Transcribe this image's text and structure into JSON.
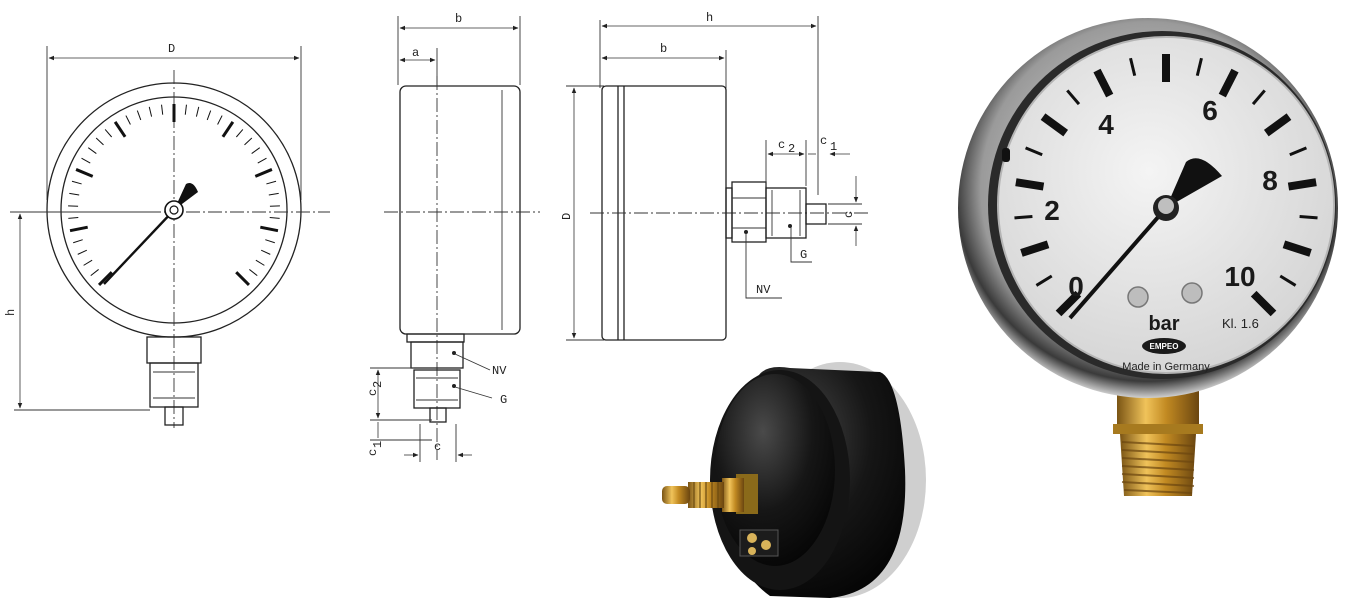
{
  "front_view": {
    "label_D": "D",
    "label_h": "h"
  },
  "side_view": {
    "label_b": "b",
    "label_a": "a",
    "label_nv": "NV",
    "label_g": "G",
    "label_c2": "c",
    "label_c2_sub": "2",
    "label_c1": "c",
    "label_c1_sub": "1",
    "label_c": "c"
  },
  "back_view": {
    "label_h": "h",
    "label_b": "b",
    "label_D": "D",
    "label_c2": "c",
    "label_c2_sub": "2",
    "label_c1": "c",
    "label_c1_sub": "1",
    "label_c": "c",
    "label_g": "G",
    "label_nv": "NV"
  },
  "gauge_photo": {
    "scale": [
      "0",
      "2",
      "4",
      "6",
      "8",
      "10"
    ],
    "unit": "bar",
    "class": "Kl. 1.6",
    "brand": "EMPEO",
    "origin": "Made in Germany"
  },
  "colors": {
    "brass": "#c9962e",
    "case": "#151515",
    "dial": "#e9e9e9"
  }
}
